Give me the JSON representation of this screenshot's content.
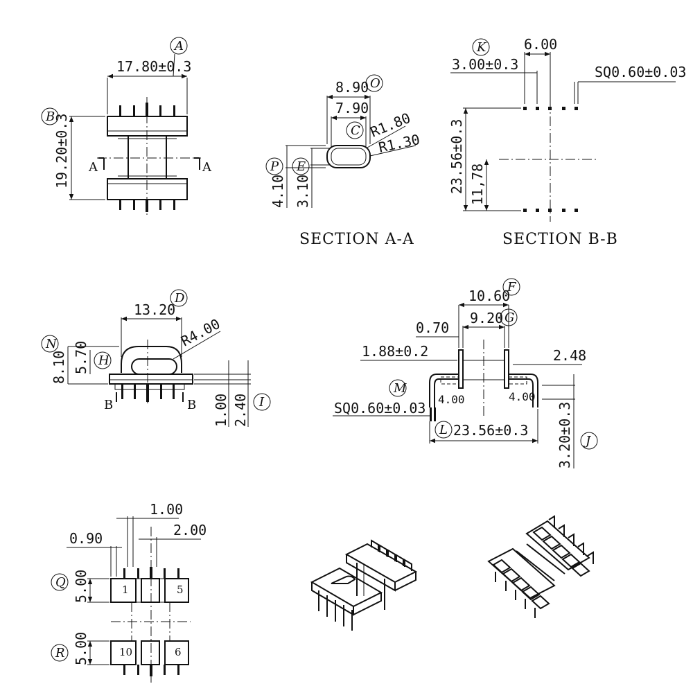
{
  "colors": {
    "ink": "#111111",
    "background": "#ffffff"
  },
  "view_front": {
    "labels": {
      "a": "A",
      "b": "B"
    },
    "dims": {
      "width": "17.80±0.3",
      "height": "19.20±0.3"
    },
    "section_mark": "A"
  },
  "view_section_aa": {
    "caption": "SECTION A-A",
    "labels": {
      "o": "O",
      "c": "C",
      "p": "P",
      "e": "E"
    },
    "dims": {
      "outer_w": "8.90",
      "inner_w": "7.90",
      "r_outer": "R1.80",
      "r_inner": "R1.30",
      "outer_h": "4.10",
      "inner_h": "3.10"
    }
  },
  "view_section_bb": {
    "caption": "SECTION B-B",
    "labels": {
      "k": "K"
    },
    "dims": {
      "span": "6.00",
      "pitch": "3.00±0.3",
      "pin_sq": "SQ0.60±0.03",
      "height": "23.56±0.3",
      "half": "11,78"
    }
  },
  "view_side": {
    "labels": {
      "d": "D",
      "n": "N",
      "h": "H",
      "i": "I"
    },
    "dims": {
      "width": "13.20",
      "radius": "R4.00",
      "total_h": "8.10",
      "inner_h": "5.70",
      "flange": "1.00",
      "flange2": "2.40"
    },
    "section_mark": "B"
  },
  "view_top": {
    "labels": {
      "f": "F",
      "g": "G",
      "m": "M",
      "l": "L",
      "j": "J"
    },
    "dims": {
      "outer": "10.60",
      "inner": "9.20",
      "wall": "0.70",
      "offset": "1.88±0.2",
      "tab": "2.48",
      "pad_l": "4.00",
      "pad_r": "4.00",
      "pin_sq": "SQ0.60±0.03",
      "length": "23.56±0.3",
      "pin_h": "3.20±0.3"
    }
  },
  "view_pins": {
    "labels": {
      "q": "Q",
      "r": "R"
    },
    "dims": {
      "d1": "1.00",
      "d2": "2.00",
      "d3": "0.90",
      "row1": "5.00",
      "row2": "5.00"
    },
    "pin_numbers": {
      "p1": "1",
      "p5": "5",
      "p10": "10",
      "p6": "6"
    }
  }
}
